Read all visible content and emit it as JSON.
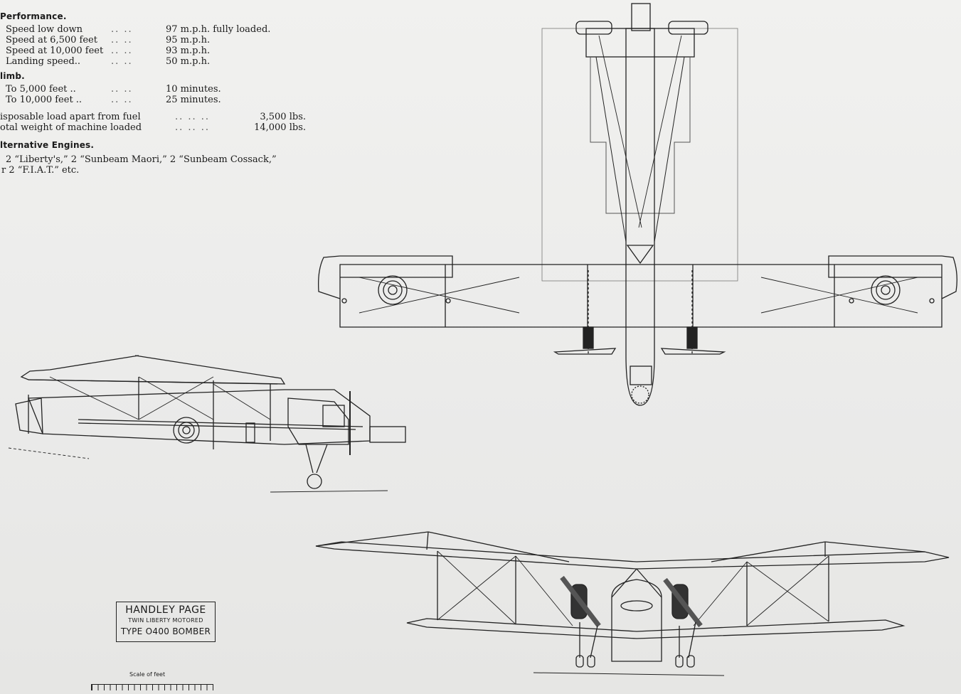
{
  "performance": {
    "heading": "Performance.",
    "rows": [
      {
        "label": "Speed low down",
        "dots": "..    ..",
        "value": "97 m.p.h. fully loaded."
      },
      {
        "label": "Speed at 6,500 feet",
        "dots": "..    ..",
        "value": "95 m.p.h."
      },
      {
        "label": "Speed at 10,000 feet",
        "dots": "..    ..",
        "value": "93 m.p.h."
      },
      {
        "label": "Landing speed..",
        "dots": "..    ..",
        "value": "50 m.p.h."
      }
    ]
  },
  "climb": {
    "heading": "limb.",
    "rows": [
      {
        "label": "To 5,000 feet  ..",
        "dots": "..    ..",
        "value": "10 minutes."
      },
      {
        "label": "To 10,000 feet ..",
        "dots": "..    ..",
        "value": "25 minutes."
      }
    ]
  },
  "weights": {
    "rows": [
      {
        "label": "isposable load apart from fuel",
        "dots": "..    ..    ..",
        "value": "3,500 lbs."
      },
      {
        "label": "otal weight of machine loaded",
        "dots": "..    ..    ..",
        "value": "14,000 lbs."
      }
    ]
  },
  "engines": {
    "heading": "lternative Engines.",
    "line1": "2 “Liberty's,” 2 “Sunbeam Maori,” 2 “Sunbeam Cossack,”",
    "line2": "r 2 “F.I.A.T.” etc."
  },
  "title_box": {
    "line1": "HANDLEY PAGE",
    "line2": "TWIN LIBERTY MOTORED",
    "line3": "TYPE O400 BOMBER"
  },
  "scale": {
    "label": "Scale of feet"
  },
  "colors": {
    "ink": "#1a1a1a",
    "paper": "#ececea"
  }
}
